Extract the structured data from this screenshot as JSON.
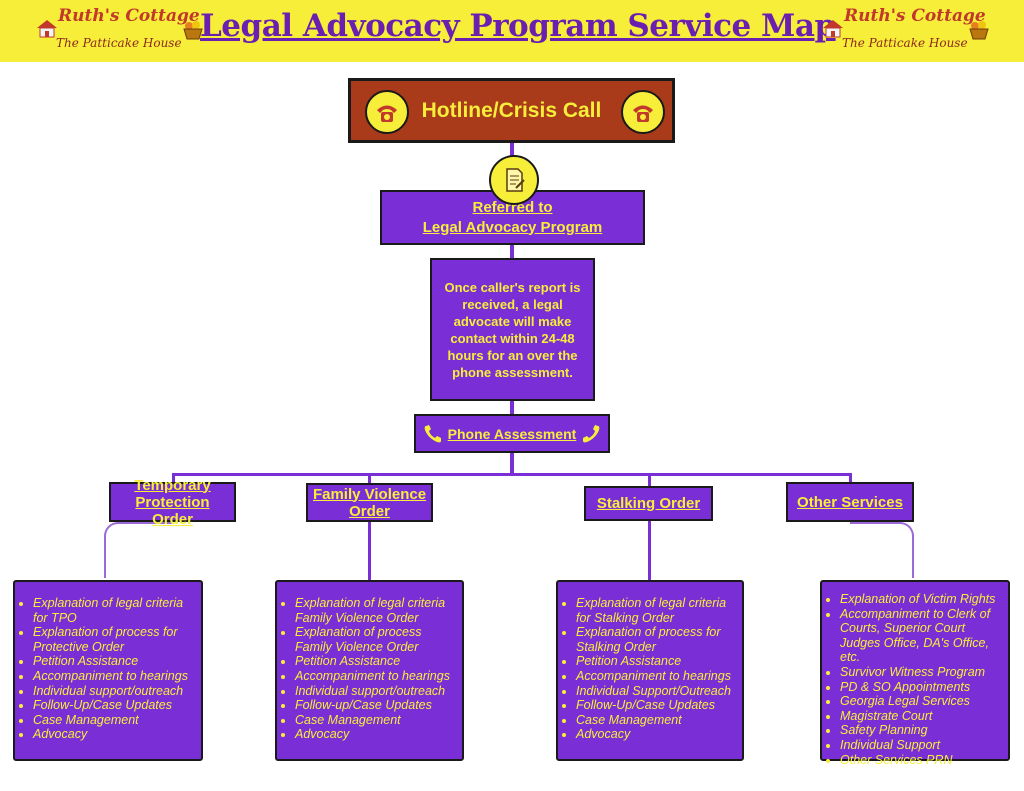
{
  "header": {
    "title": "Legal Advocacy Program Service Map",
    "logo_line1": "Ruth's Cottage",
    "logo_line2": "The Patticake House"
  },
  "flow": {
    "hotline": "Hotline/Crisis Call",
    "referred_line1": "Referred to",
    "referred_line2": "Legal Advocacy Program",
    "contact_text": "Once caller's report is received, a legal advocate will make contact within 24-48 hours for an over the phone assessment.",
    "assessment": "Phone Assessment"
  },
  "branches": [
    {
      "title": "Temporary Protection Order",
      "items": [
        "Explanation of legal criteria for TPO",
        "Explanation of process for Protective Order",
        "Petition Assistance",
        "Accompaniment to hearings",
        "Individual support/outreach",
        "Follow-Up/Case Updates",
        "Case Management",
        "Advocacy"
      ]
    },
    {
      "title": "Family Violence Order",
      "items": [
        "Explanation of legal criteria Family Violence Order",
        "Explanation of process Family Violence Order",
        "Petition Assistance",
        "Accompaniment to hearings",
        "Individual support/outreach",
        "Follow-up/Case Updates",
        "Case Management",
        "Advocacy"
      ]
    },
    {
      "title": "Stalking Order",
      "items": [
        "Explanation of legal criteria for Stalking Order",
        "Explanation of process for Stalking Order",
        "Petition Assistance",
        "Accompaniment to hearings",
        "Individual Support/Outreach",
        "Follow-Up/Case Updates",
        "Case Management",
        "Advocacy"
      ]
    },
    {
      "title": "Other Services",
      "items": [
        "Explanation of Victim Rights",
        "Accompaniment to Clerk of Courts, Superior Court Judges Office, DA's Office, etc.",
        "Survivor Witness Program",
        "PD & SO Appointments",
        "Georgia Legal Services",
        "Magistrate Court",
        "Safety Planning",
        "Individual Support",
        "Other Services PRN"
      ]
    }
  ],
  "colors": {
    "banner": "#f7ee3a",
    "box": "#7a2fd6",
    "hotline": "#a93a1a",
    "text": "#f7ee3a",
    "title": "#6a1fb0"
  },
  "icons": [
    "house-icon",
    "basket-icon",
    "telephone-icon",
    "document-icon",
    "phone-handset-icon"
  ]
}
